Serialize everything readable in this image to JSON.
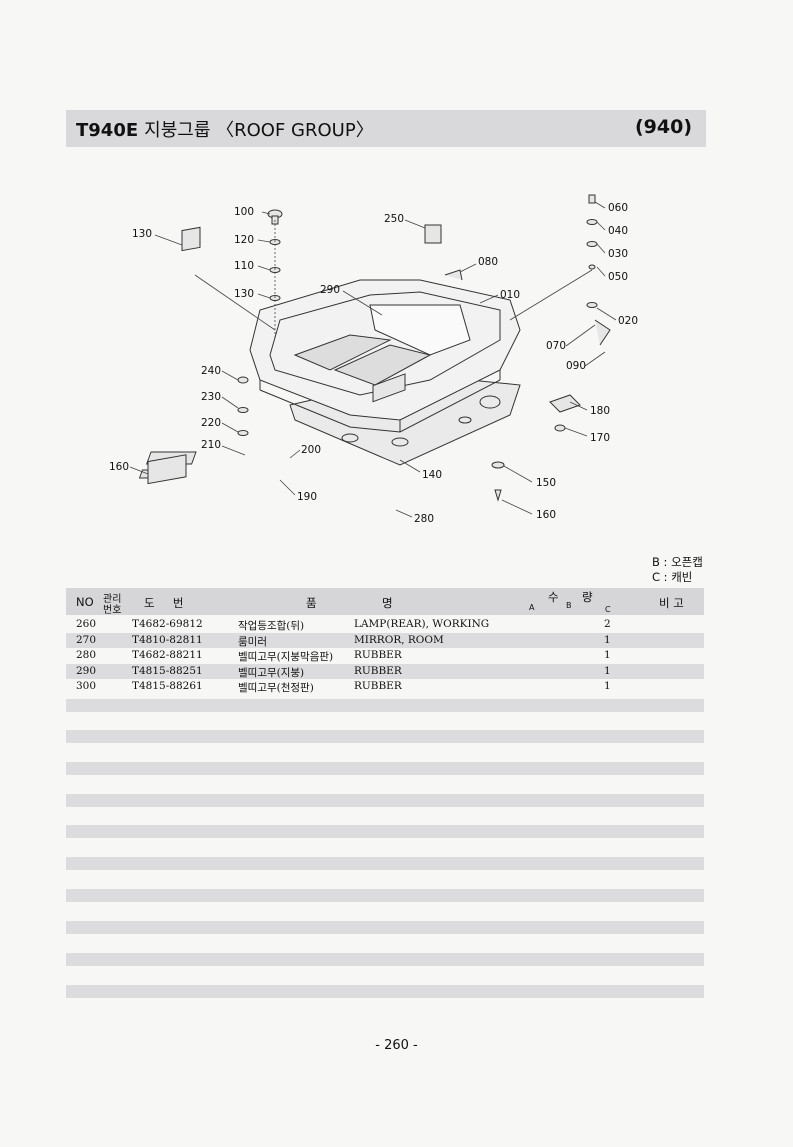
{
  "header": {
    "model": "T940E",
    "title": "지붕그룹 〈ROOF GROUP〉",
    "code": "(940)"
  },
  "diagram": {
    "callouts": [
      "100",
      "120",
      "110",
      "130",
      "130",
      "250",
      "290",
      "080",
      "010",
      "060",
      "040",
      "030",
      "050",
      "020",
      "070",
      "090",
      "240",
      "230",
      "220",
      "210",
      "200",
      "160",
      "190",
      "140",
      "180",
      "170",
      "150",
      "160",
      "280"
    ]
  },
  "legend": [
    "B : 오픈캡",
    "C : 캐빈"
  ],
  "table": {
    "headers": {
      "no": "NO",
      "mgmt_top": "관리",
      "mgmt_bottom": "번호",
      "drawing": "도     번",
      "name_a": "품",
      "name_b": "명",
      "qty_a": "수",
      "qty_b": "량",
      "col_a": "A",
      "col_b": "B",
      "col_c": "C",
      "remarks": "비 고"
    },
    "rows": [
      {
        "no": "260",
        "part": "T4682-69812",
        "kr": "작업등조합(뒤)",
        "en": "LAMP(REAR), WORKING",
        "c": "2"
      },
      {
        "no": "270",
        "part": "T4810-82811",
        "kr": "룸미러",
        "en": "MIRROR, ROOM",
        "c": "1"
      },
      {
        "no": "280",
        "part": "T4682-88211",
        "kr": "벨띠고무(지붕막음판)",
        "en": "RUBBER",
        "c": "1"
      },
      {
        "no": "290",
        "part": "T4815-88251",
        "kr": "벨띠고무(지붕)",
        "en": "RUBBER",
        "c": "1"
      },
      {
        "no": "300",
        "part": "T4815-88261",
        "kr": "벨띠고무(천정판)",
        "en": "RUBBER",
        "c": "1"
      }
    ]
  },
  "page_number": "- 260 -"
}
